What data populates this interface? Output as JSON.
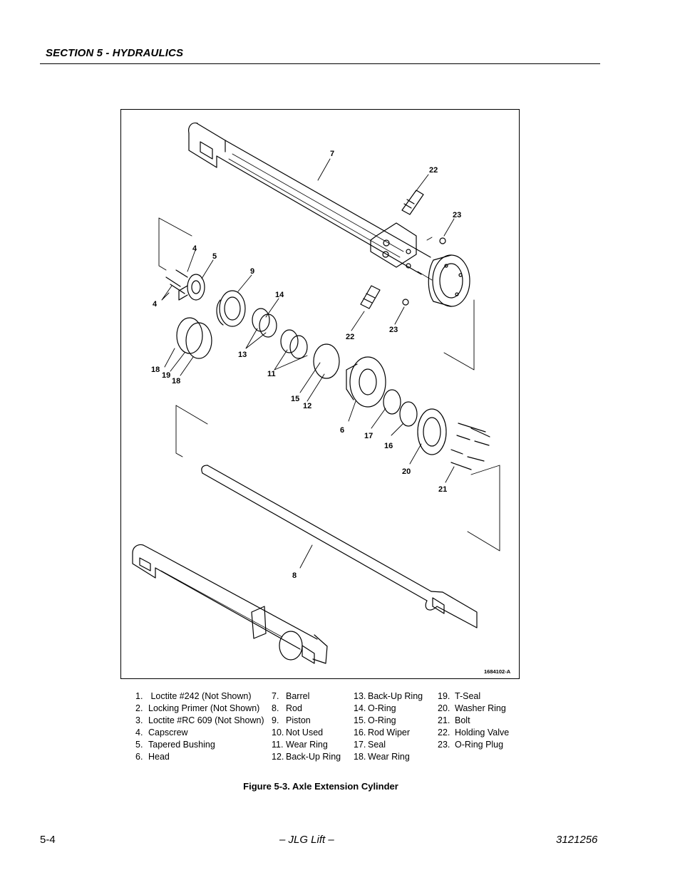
{
  "header": {
    "section_title": "SECTION 5 - HYDRAULICS"
  },
  "figure": {
    "callouts": {
      "c7": "7",
      "c22a": "22",
      "c23a": "23",
      "c4a": "4",
      "c5": "5",
      "c9": "9",
      "c4b": "4",
      "c14": "14",
      "c22b": "22",
      "c23b": "23",
      "c13": "13",
      "c18a": "18",
      "c19": "19",
      "c18b": "18",
      "c11": "11",
      "c15": "15",
      "c12": "12",
      "c6": "6",
      "c17": "17",
      "c16": "16",
      "c20": "20",
      "c21": "21",
      "c8": "8"
    },
    "drawing_id": "1684102-A"
  },
  "legend": {
    "col1": [
      {
        "num": "1.",
        "text": " Loctite #242 (Not Shown)"
      },
      {
        "num": "2.",
        "text": "Locking Primer (Not Shown)"
      },
      {
        "num": "3.",
        "text": "Loctite #RC 609 (Not Shown)"
      },
      {
        "num": "4.",
        "text": "Capscrew"
      },
      {
        "num": "5.",
        "text": "Tapered Bushing"
      },
      {
        "num": "6.",
        "text": "Head"
      }
    ],
    "col2": [
      {
        "num": "7.",
        "text": "Barrel"
      },
      {
        "num": "8.",
        "text": "Rod"
      },
      {
        "num": "9.",
        "text": "Piston"
      },
      {
        "num": "10.",
        "text": "Not Used"
      },
      {
        "num": "11.",
        "text": "Wear Ring"
      },
      {
        "num": "12.",
        "text": "Back-Up Ring"
      }
    ],
    "col3": [
      {
        "num": "13.",
        "text": "Back-Up Ring"
      },
      {
        "num": "14.",
        "text": "O-Ring"
      },
      {
        "num": "15.",
        "text": "O-Ring"
      },
      {
        "num": "16.",
        "text": "Rod Wiper"
      },
      {
        "num": "17.",
        "text": "Seal"
      },
      {
        "num": "18.",
        "text": "Wear Ring"
      }
    ],
    "col4": [
      {
        "num": "19.",
        "text": "T-Seal"
      },
      {
        "num": "20.",
        "text": "Washer Ring"
      },
      {
        "num": "21.",
        "text": "Bolt"
      },
      {
        "num": "22.",
        "text": "Holding Valve"
      },
      {
        "num": "23.",
        "text": "O-Ring Plug"
      }
    ]
  },
  "caption": "Figure 5-3.  Axle Extension Cylinder",
  "footer": {
    "page_number": "5-4",
    "center": "– JLG Lift –",
    "doc_number": "3121256"
  }
}
